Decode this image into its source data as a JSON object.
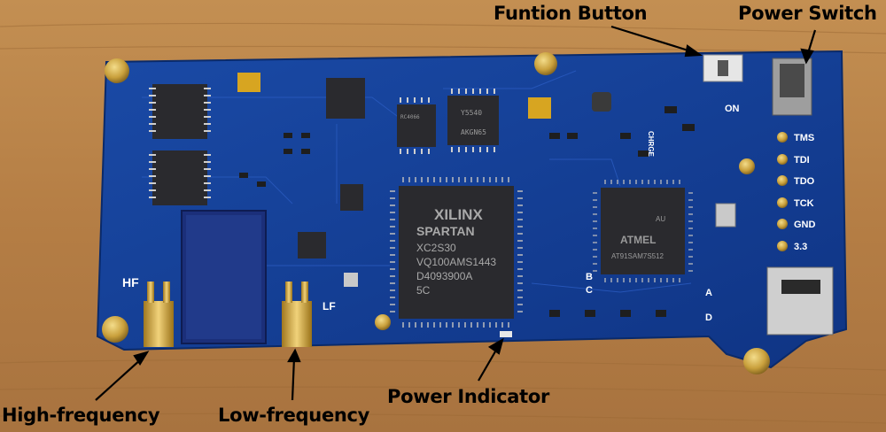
{
  "callouts": {
    "function_button": "Funtion Button",
    "power_switch": "Power Switch",
    "high_frequency": "High-frequency",
    "low_frequency": "Low-frequency",
    "power_indicator": "Power  Indicator"
  },
  "board_labels": {
    "hf": "HF",
    "lf": "LF",
    "on": "ON",
    "charge": "CHRGE",
    "jtag_pins": [
      "TMS",
      "TDI",
      "TDO",
      "TCK",
      "GND",
      "3.3"
    ],
    "led_marks": [
      "A",
      "B",
      "C",
      "D"
    ]
  },
  "chip_text": {
    "fpga": [
      "XILINX",
      "SPARTAN",
      "XC2S30",
      "VQ100AMS1443",
      "D4093900A",
      "5C"
    ],
    "mcu": [
      "ATMEL",
      "AT91SAM7S512",
      "AU"
    ],
    "small_chip_1": [
      "RC4066"
    ],
    "small_chip_2": [
      "Y5540",
      "AKGN65"
    ]
  },
  "colors": {
    "wood": "#b8834a",
    "pcb": "#123f96",
    "gold": "#c9a03c",
    "chip": "#2a2a2e"
  }
}
